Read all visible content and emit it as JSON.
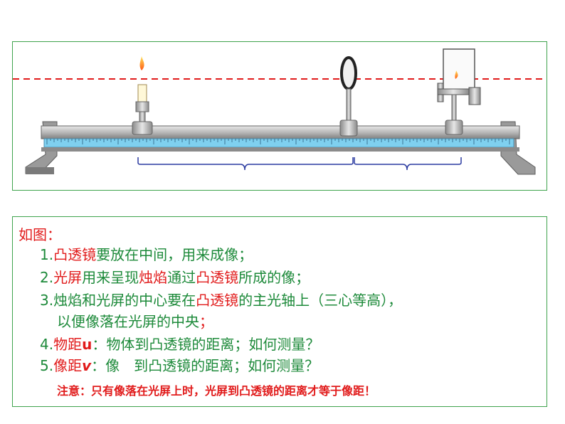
{
  "figure": {
    "items": [
      "candle",
      "convex lens",
      "light screen",
      "optical bench"
    ]
  },
  "notes": {
    "heading": "如图：",
    "item1": {
      "num": "1.",
      "term": "凸透镜",
      "rest": "要放在中间，用来成像；"
    },
    "item2": {
      "num": "2.",
      "term1": "光屏",
      "mid1": "用来呈现",
      "term2": "烛焰",
      "mid2": "通过",
      "term3": "凸透镜",
      "rest": "所成的像；"
    },
    "item3": {
      "num": "3.",
      "part1": "烛焰和光屏的中心要在",
      "term": "凸透镜",
      "part2": "的主光轴上（三心等高），",
      "line2": "以便像落在光屏的中央",
      "line2_end": "；"
    },
    "item4": {
      "num": "4.",
      "term": "物距",
      "var": "u",
      "rest": "：物体到凸透镜的距离；如何测量？"
    },
    "item5": {
      "num": "5.",
      "term": "像距",
      "var": "v",
      "rest": "：像　到凸透镜的距离；如何测量？"
    },
    "warning": "注意：只有像落在光屏上时，光屏到凸透镜的距离才等于像距！"
  },
  "colors": {
    "border": "#3fa34d",
    "green_text": "#1d8a3a",
    "red_text": "#e11b1b",
    "dashed_line": "#e11b1b",
    "scale": "#7fd0ef"
  }
}
